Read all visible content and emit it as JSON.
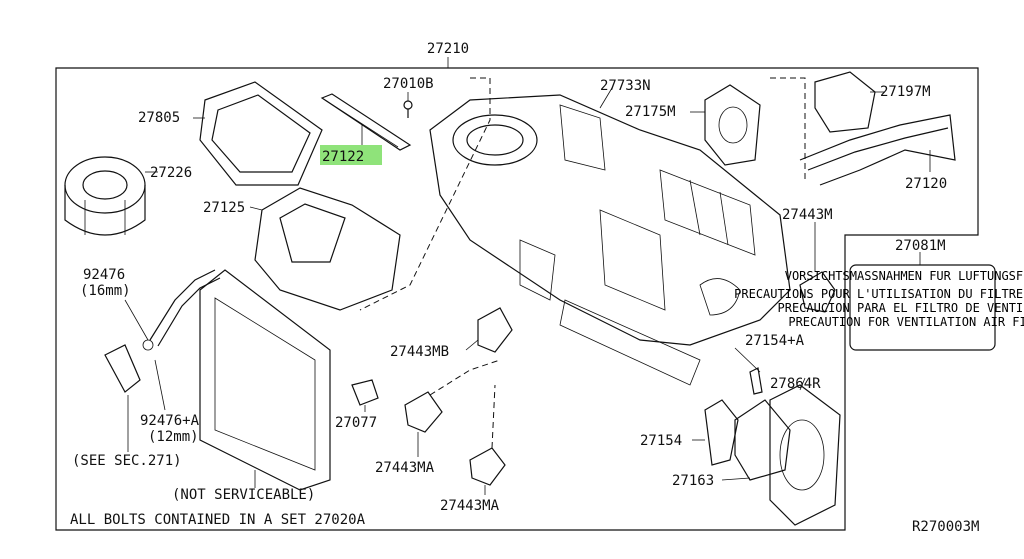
{
  "diagram": {
    "top_label": "27210",
    "footer_note": "ALL BOLTS CONTAINED IN A SET 27020A",
    "reference_code": "R270003M",
    "highlight_color": "#8fe37a",
    "parts": [
      {
        "id": "27010B"
      },
      {
        "id": "27805"
      },
      {
        "id": "27122",
        "highlighted": true
      },
      {
        "id": "27226"
      },
      {
        "id": "27125"
      },
      {
        "id": "92476"
      },
      {
        "id": "(16mm)"
      },
      {
        "id": "92476+A"
      },
      {
        "id": "(12mm)"
      },
      {
        "id": "(SEE SEC.271)"
      },
      {
        "id": "(NOT SERVICEABLE)"
      },
      {
        "id": "27077"
      },
      {
        "id": "27443MB"
      },
      {
        "id": "27443MA_a",
        "label": "27443MA"
      },
      {
        "id": "27443MA_b",
        "label": "27443MA"
      },
      {
        "id": "27733N"
      },
      {
        "id": "27175M"
      },
      {
        "id": "27197M"
      },
      {
        "id": "27120"
      },
      {
        "id": "27443M"
      },
      {
        "id": "27081M"
      },
      {
        "id": "27154+A"
      },
      {
        "id": "27864R"
      },
      {
        "id": "27154"
      },
      {
        "id": "27163"
      }
    ],
    "label_sheet_lines": [
      "VORSICHTSMASSNAHMEN FUR LUFTUNGSFILTER",
      "PRECAUTIONS POUR L'UTILISATION DU FILTRE ANTI-POLLEN",
      "PRECAUCION PARA EL FILTRO DE VENTILACION",
      "PRECAUTION FOR VENTILATION AIR FILTER"
    ]
  }
}
